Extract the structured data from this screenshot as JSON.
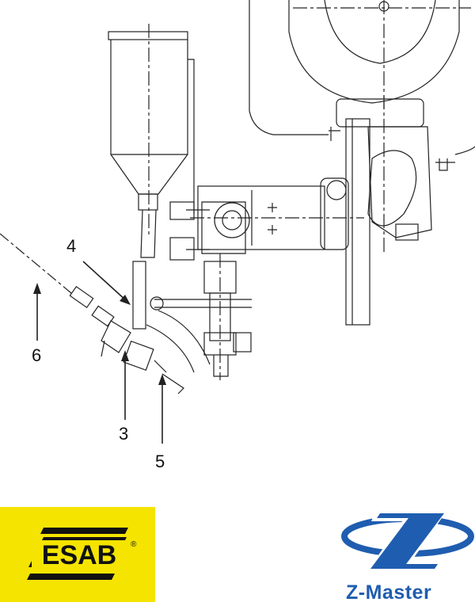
{
  "callouts": {
    "c4": "4",
    "c6": "6",
    "c3": "3",
    "c5": "5"
  },
  "logos": {
    "esab": {
      "text": "ESAB",
      "registered": "®",
      "color": "#f5e400"
    },
    "zmaster": {
      "text": "Z-Master",
      "color": "#1f5db0"
    }
  }
}
